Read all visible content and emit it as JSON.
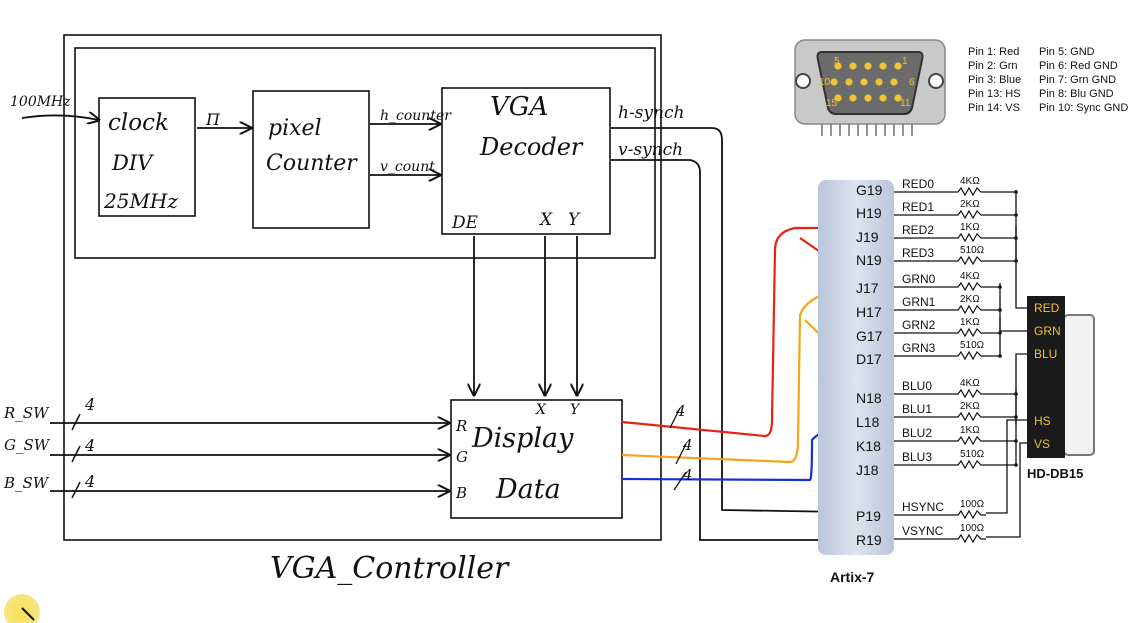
{
  "diagram": {
    "inputs": {
      "clock_in": "100MHz",
      "r_sw": "R_SW",
      "g_sw": "G_SW",
      "b_sw": "B_SW",
      "bus_width": "4"
    },
    "blocks": {
      "clock_div": [
        "clock",
        "DIV",
        "25MHz"
      ],
      "pixel_counter": [
        "pixel",
        "Counter"
      ],
      "vga_decoder": [
        "VGA",
        "Decoder"
      ],
      "display_data": [
        "Display",
        "Data"
      ]
    },
    "signals": {
      "clk_pulse": "Π",
      "h_counter": "h_counter",
      "v_counter": "v_count",
      "h_synch": "h-synch",
      "v_synch": "v-synch",
      "de": "DE",
      "x": "X",
      "y": "Y",
      "r": "R",
      "g": "G",
      "b": "B",
      "x_in": "X",
      "y_in": "Y"
    },
    "controller_label": "VGA_Controller",
    "fpga": {
      "name": "Artix-7",
      "pins": [
        "G19",
        "H19",
        "J19",
        "N19",
        "J17",
        "H17",
        "G17",
        "D17",
        "N18",
        "L18",
        "K18",
        "J18",
        "P19",
        "R19"
      ]
    },
    "resistor_nets": [
      {
        "net": "RED0",
        "value": "4KΩ"
      },
      {
        "net": "RED1",
        "value": "2KΩ"
      },
      {
        "net": "RED2",
        "value": "1KΩ"
      },
      {
        "net": "RED3",
        "value": "510Ω"
      },
      {
        "net": "GRN0",
        "value": "4KΩ"
      },
      {
        "net": "GRN1",
        "value": "2KΩ"
      },
      {
        "net": "GRN2",
        "value": "1KΩ"
      },
      {
        "net": "GRN3",
        "value": "510Ω"
      },
      {
        "net": "BLU0",
        "value": "4KΩ"
      },
      {
        "net": "BLU1",
        "value": "2KΩ"
      },
      {
        "net": "BLU2",
        "value": "1KΩ"
      },
      {
        "net": "BLU3",
        "value": "510Ω"
      },
      {
        "net": "HSYNC",
        "value": "100Ω"
      },
      {
        "net": "VSYNC",
        "value": "100Ω"
      }
    ],
    "connector": {
      "name": "HD-DB15",
      "labels": [
        "RED",
        "GRN",
        "BLU",
        "HS",
        "VS"
      ],
      "pin_numbers": {
        "top_left": "5",
        "top_right": "1",
        "mid_left": "10",
        "mid_right": "6",
        "bottom_left": "15",
        "bottom_right": "11"
      }
    },
    "pinout": [
      "Pin 1: Red",
      "Pin 2: Grn",
      "Pin 3: Blue",
      "Pin 13: HS",
      "Pin 14: VS",
      "Pin 5: GND",
      "Pin 6: Red GND",
      "Pin 7: Grn GND",
      "Pin 8: Blu GND",
      "Pin 10: Sync GND"
    ],
    "colors": {
      "red_wire": "#e8220f",
      "orange_wire": "#f5a319",
      "blue_wire": "#1530d8",
      "fpga_fill": "#cdd6e4",
      "connector_fill": "#1a1a1a",
      "connector_text": "#f1c232",
      "cursor": "#f3d531"
    }
  }
}
